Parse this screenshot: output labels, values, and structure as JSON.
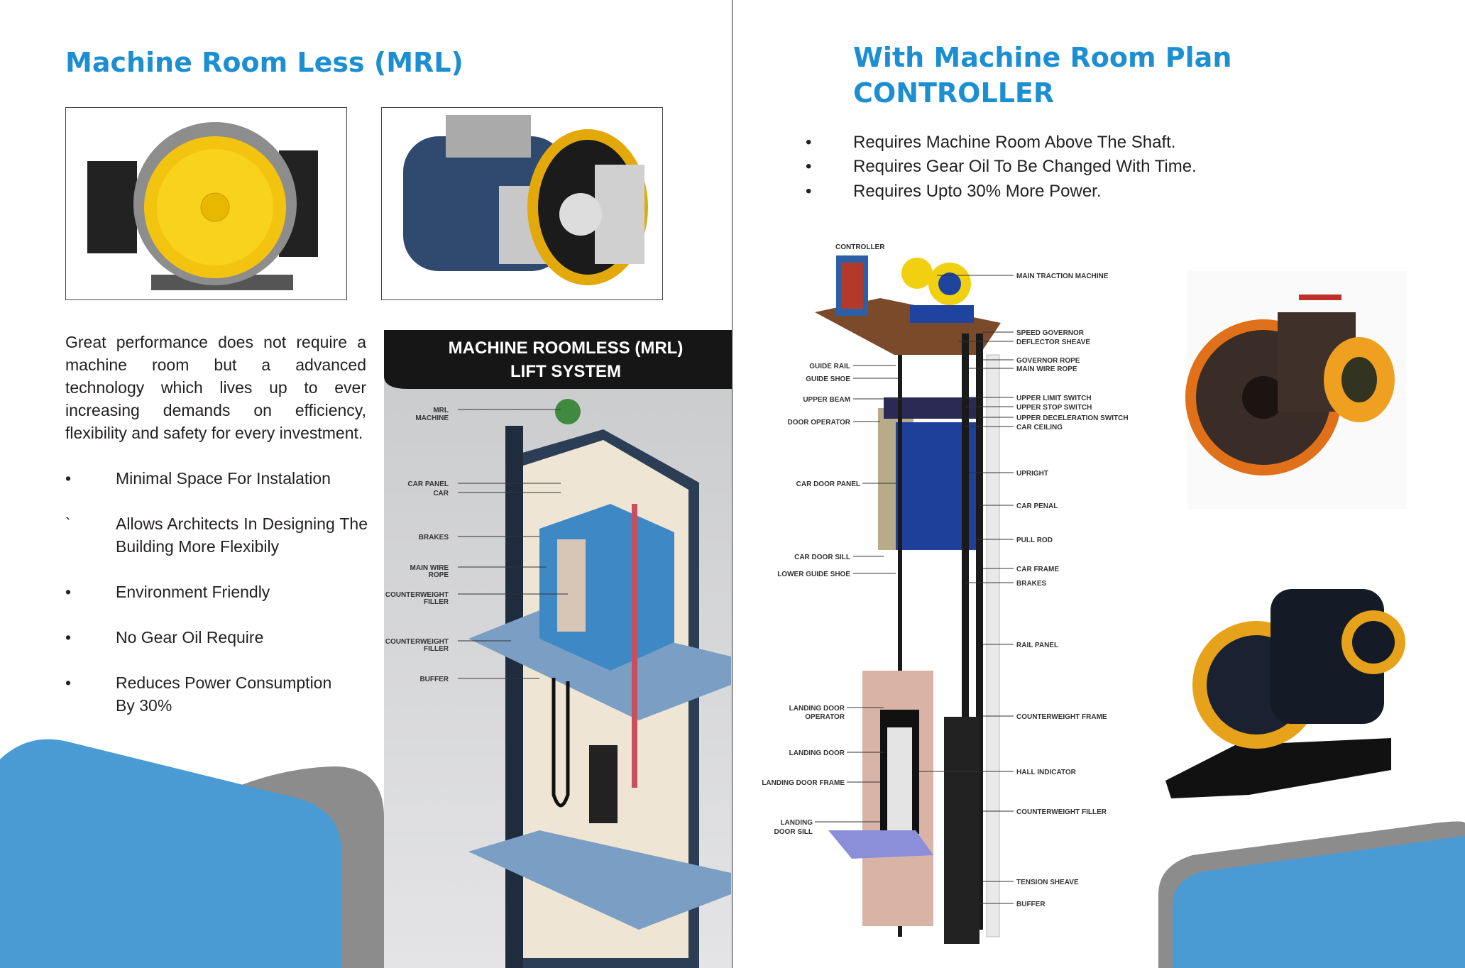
{
  "left": {
    "title": "Machine Room Less (MRL)",
    "paragraph": "Great performance does not require a machine room but a advanced technology which lives up to ever increasing demands on efficiency, flexibility and safety for every investment.",
    "bullets": [
      {
        "mark": "•",
        "text": "Minimal Space For Instalation"
      },
      {
        "mark": "`",
        "text": "Allows Architects In Designing The Building  More Flexibily"
      },
      {
        "mark": "•",
        "text": "Environment Friendly"
      },
      {
        "mark": "•",
        "text": "No Gear Oil Require"
      },
      {
        "mark": "•",
        "text": "Reduces Power Consumption By 30%"
      }
    ]
  },
  "mrl_diagram": {
    "header_line1": "MACHINE ROOMLESS (MRL)",
    "header_line2": "LIFT SYSTEM",
    "labels": [
      "MRL",
      "MACHINE",
      "CAR PANEL",
      "CAR",
      "BRAKES",
      "MAIN WIRE",
      "ROPE",
      "COUNTERWEIGHT",
      "FILLER",
      "COUNTERWEIGHT",
      "FILLER",
      "BUFFER"
    ]
  },
  "right": {
    "title_line1": "With Machine Room Plan",
    "title_line2": "CONTROLLER",
    "bullets": [
      {
        "mark": "•",
        "text": "Requires Machine Room Above The Shaft."
      },
      {
        "mark": "•",
        "text": "Requires Gear Oil To Be Changed With Time."
      },
      {
        "mark": "•",
        "text": "Requires Upto 30% More Power."
      }
    ]
  },
  "traction_diagram": {
    "labels": [
      "CONTROLLER",
      "MAIN TRACTION MACHINE",
      "SPEED GOVERNOR",
      "DEFLECTOR SHEAVE",
      "GOVERNOR ROPE",
      "MAIN WIRE ROPE",
      "UPPER LIMIT SWITCH",
      "UPPER STOP SWITCH",
      "UPPER DECELERATION SWITCH",
      "CAR CEILING",
      "UPRIGHT",
      "CAR PENAL",
      "PULL ROD",
      "CAR FRAME",
      "BRAKES",
      "RAIL PANEL",
      "COUNTERWEIGHT FRAME",
      "HALL INDICATOR",
      "COUNTERWEIGHT FILLER",
      "TENSION SHEAVE",
      "BUFFER",
      "GUIDE RAIL",
      "GUIDE SHOE",
      "UPPER BEAM",
      "DOOR OPERATOR",
      "CAR DOOR PANEL",
      "CAR DOOR SILL",
      "LOWER GUIDE SHOE",
      "LANDING DOOR",
      "OPERATOR",
      "LANDING DOOR",
      "LANDING DOOR FRAME",
      "LANDING",
      "DOOR SILL"
    ]
  },
  "colors": {
    "title_blue": "#1b8fd2",
    "shape_blue": "#4a9bd4",
    "shape_gray": "#8c8c8c",
    "motor_yellow": "#f5c518"
  }
}
